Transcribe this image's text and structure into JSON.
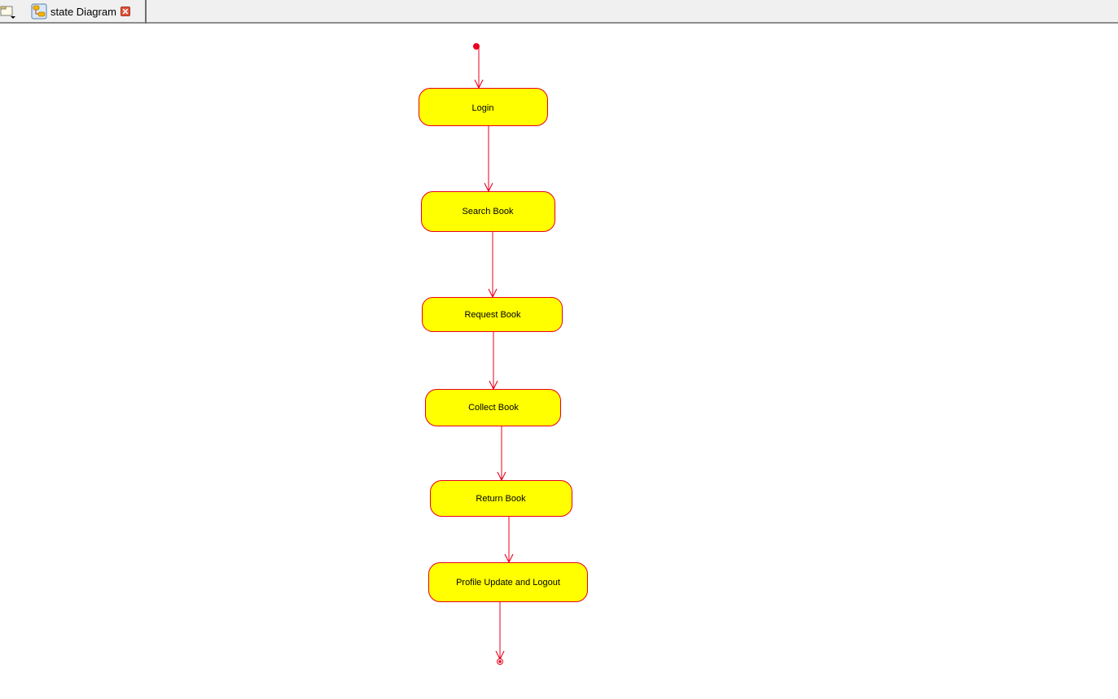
{
  "tab": {
    "label": "state Diagram"
  },
  "icons": {
    "menu": "diagram-menu-icon",
    "tab": "state-diagram-icon",
    "close": "close-icon"
  },
  "colors": {
    "state_fill": "#ffff00",
    "line": "#e8001c"
  },
  "diagram": {
    "states": [
      {
        "label": "Login"
      },
      {
        "label": "Search Book"
      },
      {
        "label": "Request Book"
      },
      {
        "label": "Collect Book"
      },
      {
        "label": "Return Book"
      },
      {
        "label": "Profile Update and Logout"
      }
    ]
  }
}
